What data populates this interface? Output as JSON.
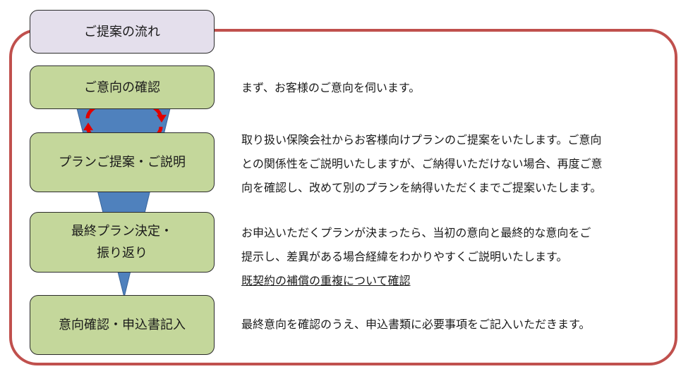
{
  "diagram": {
    "title": "ご提案の流れ",
    "colors": {
      "frame": "#c0504d",
      "title_box": "#e4dfec",
      "step_box": "#c4d79b",
      "funnel": "#4f81bd",
      "cycle_arrow": "#e00000"
    },
    "steps": [
      {
        "label_lines": [
          "ご意向の確認"
        ],
        "description_lines": [
          "まず、お客様のご意向を伺います。"
        ]
      },
      {
        "label_lines": [
          "プランご提案・ご説明"
        ],
        "description_lines": [
          "取り扱い保険会社からお客様向けプランのご提案をいたします。ご意向",
          "との関係性をご説明いたしますが、ご納得いただけない場合、再度ご意",
          "向を確認し、改めて別のプランを納得いただくまでご提案いたします。"
        ]
      },
      {
        "label_lines": [
          "最終プラン決定・",
          "振り返り"
        ],
        "description_lines": [
          "お申込いただくプランが決まったら、当初の意向と最終的な意向をご",
          "提示し、差異がある場合経緯をわかりやすくご説明いたします。"
        ],
        "link": "既契約の補償の重複について確認"
      },
      {
        "label_lines": [
          "意向確認・申込書記入"
        ],
        "description_lines": [
          "最終意向を確認のうえ、申込書類に必要事項をご記入いただきます。"
        ]
      }
    ]
  }
}
